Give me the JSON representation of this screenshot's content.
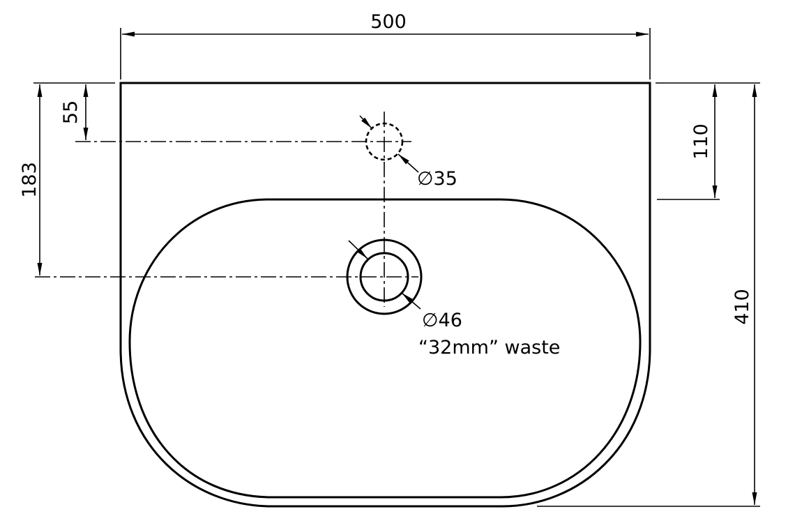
{
  "drawing": {
    "width_label": "500",
    "depth_label": "410",
    "tap_offset_label": "55",
    "waste_offset_label": "183",
    "bowl_offset_label": "110",
    "tap_hole_label": "∅35",
    "waste_hole_label": "∅46",
    "waste_note": "“32mm” waste",
    "line_color": "#000000",
    "background_color": "#ffffff"
  }
}
